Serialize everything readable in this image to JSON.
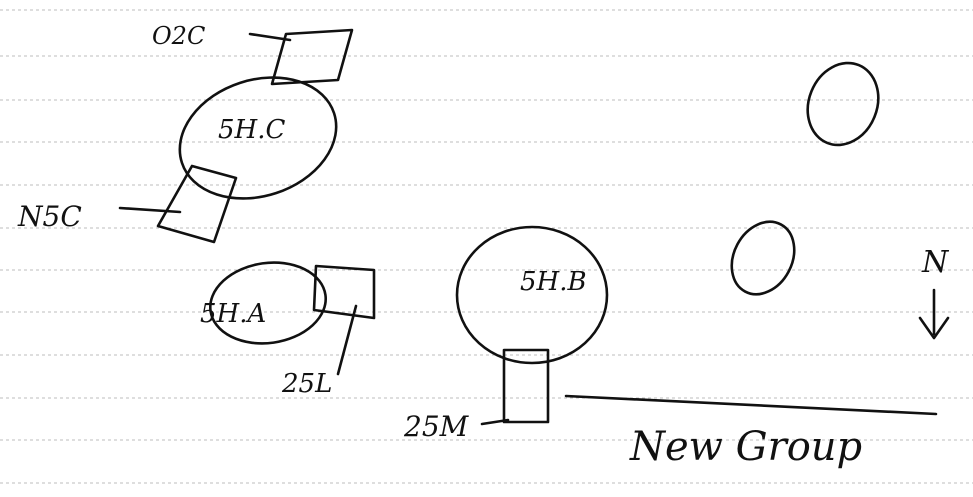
{
  "labels": {
    "top_left_tag": "O2C",
    "left_oval_top": "5H.C",
    "left_side_tag": "N5C",
    "left_oval_small": "5H.A",
    "small_tag": "25L",
    "center_oval": "5H.B",
    "bottom_tag": "25M",
    "group_label": "New Group",
    "north_arrow_letter": "N"
  },
  "colors": {
    "ink": "#111111",
    "paper": "#ffffff",
    "rule_line": "#bcbcbc"
  }
}
